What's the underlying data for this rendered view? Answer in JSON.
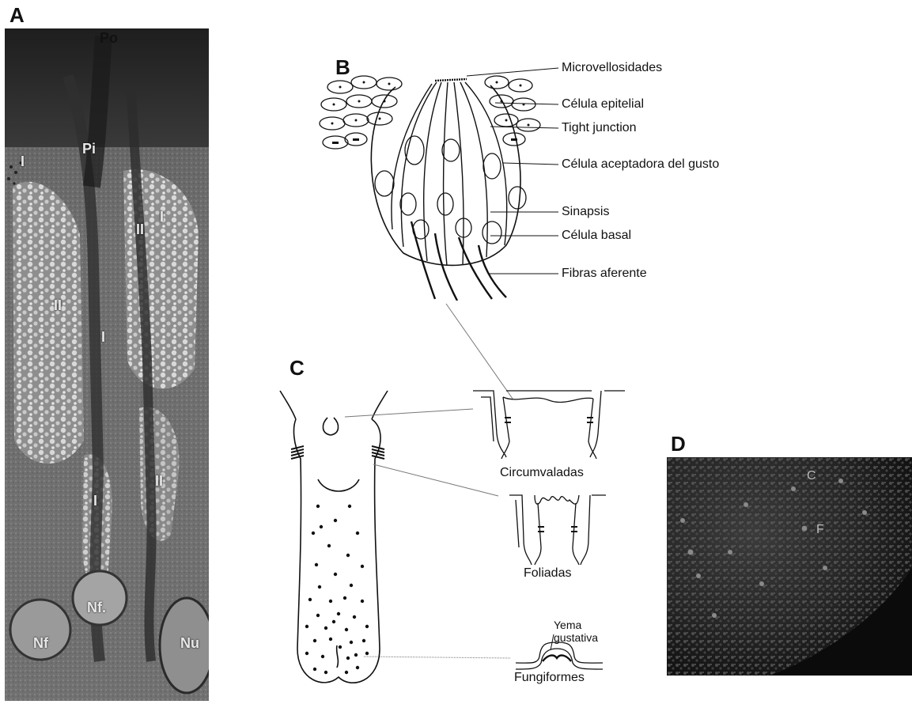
{
  "panels": {
    "a": {
      "letter": "A",
      "labels": {
        "po": "Po",
        "pi": "Pi",
        "i1": "I",
        "i2": "I",
        "i3": "I",
        "i4": "I",
        "ii1": "II",
        "ii2": "II",
        "ii3": "II",
        "nf1": "Nf",
        "nf2": "Nf.",
        "nu": "Nu"
      }
    },
    "b": {
      "letter": "B",
      "labels": [
        "Microvellosidades",
        "Célula epitelial",
        "Tight junction",
        "Célula aceptadora del gusto",
        "Sinapsis",
        "Célula basal",
        "Fibras aferente"
      ]
    },
    "c": {
      "letter": "C",
      "papillae": {
        "circumvallate": "Circumvaladas",
        "foliate": "Foliadas",
        "fungiform": "Fungiformes"
      },
      "taste_bud_label_line1": "Yema",
      "taste_bud_label_line2": "gustativa"
    },
    "d": {
      "letter": "D",
      "labels": {
        "c": "C",
        "f": "F"
      }
    }
  },
  "colors": {
    "micrograph_dark": "#2a2a2a",
    "micrograph_light": "#bdbdbd",
    "fluorescence_bg": "#0b0b0b",
    "line": "#111111"
  }
}
